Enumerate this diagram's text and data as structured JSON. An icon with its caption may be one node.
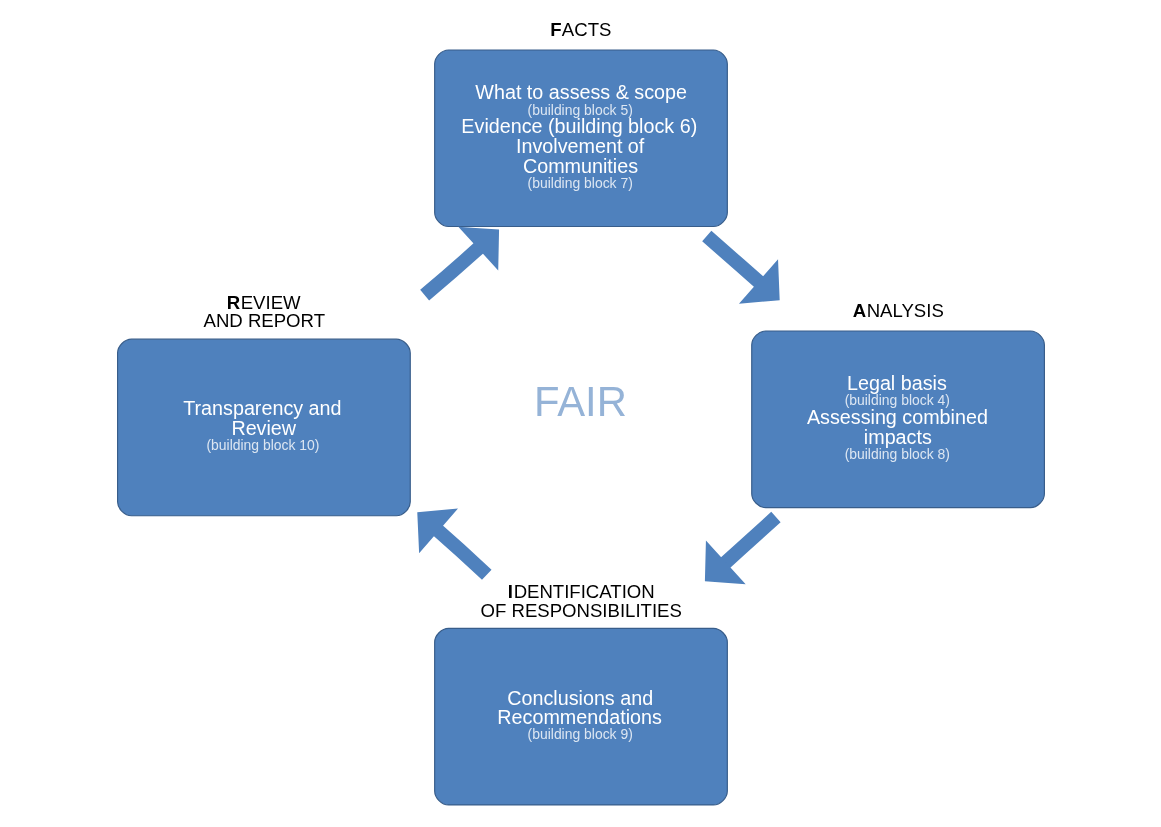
{
  "diagram": {
    "nodes": [
      {
        "text": [
          "**F**ACTS",
          "What to assess & scope",
          "(building block 5)",
          "Evidence (building block 6)",
          "Involvement of Communities",
          "(building block 7)"
        ]
      },
      {
        "text": [
          "**A**NALYSIS",
          "Legal basis",
          "(building block 4)",
          "Assessing combined impacts",
          "(building block 8)"
        ]
      },
      {
        "text": [
          "**I**DENTIFICATION OF RESPONSIBILITIES",
          "Conclusions and Recommendations",
          "(building block 9)"
        ]
      },
      {
        "text": [
          "**R**EVIEW AND REPORT",
          "Transparency and Review",
          "(building block 10)"
        ]
      }
    ],
    "edges": [
      {
        "from": 0,
        "to": 1,
        "arrow": "to"
      },
      {
        "from": 1,
        "to": 2,
        "arrow": "to"
      },
      {
        "from": 2,
        "to": 3,
        "arrow": "to"
      },
      {
        "from": 3,
        "to": 0,
        "arrow": "to"
      }
    ],
    "labels": [
      "FAIR"
    ]
  }
}
